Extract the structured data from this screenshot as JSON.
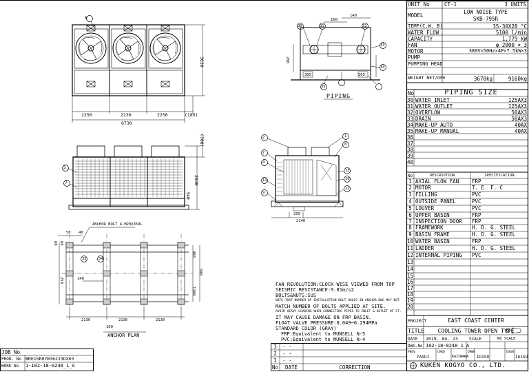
{
  "spec": {
    "rows": [
      {
        "label": "UNIT No",
        "value": "CT-1",
        "value2": "3 UNITS"
      },
      {
        "label": "MODEL",
        "value": "LOW NOISE TYPE",
        "value2": "SKB-795R"
      },
      {
        "label": "TEMP(C.W. B)",
        "value": "35-30X28 °C"
      },
      {
        "label": "WATER FLOW",
        "value": "5100 l/min"
      },
      {
        "label": "CAPACITY",
        "value": "1,779 kW"
      },
      {
        "label": "FAN",
        "value": "φ 2000 × 3"
      },
      {
        "label": "MOTOR",
        "value": "380V×50Hz×4P×7.5kW×3"
      },
      {
        "label": "PUMP",
        "value": ""
      },
      {
        "label": "PUMPING HEAD",
        "value": ""
      },
      {
        "label": "WEIGHT NET/OPE",
        "value": "3670kg",
        "value2": "9160kg"
      }
    ]
  },
  "piping": {
    "title": "PIPING SIZE",
    "no_header": "No",
    "rows": [
      {
        "no": "30",
        "name": "WATER INLET",
        "size": "125AX3"
      },
      {
        "no": "31",
        "name": "WATER OUTLET",
        "size": "125AX3"
      },
      {
        "no": "32",
        "name": "OVERFLOW",
        "size": "50AX3"
      },
      {
        "no": "33",
        "name": "DRAIN",
        "size": "50AX3"
      },
      {
        "no": "34",
        "name": "MAKE-UP AUTO",
        "size": "40AX"
      },
      {
        "no": "35",
        "name": "MAKE-UP MANUAL",
        "size": "40AX"
      },
      {
        "no": "36",
        "name": "",
        "size": ""
      },
      {
        "no": "37",
        "name": "",
        "size": ""
      },
      {
        "no": "38",
        "name": "",
        "size": ""
      },
      {
        "no": "39",
        "name": "",
        "size": ""
      },
      {
        "no": "40",
        "name": "",
        "size": ""
      }
    ]
  },
  "materials": {
    "headers": {
      "no": "No",
      "desc": "DESCRIPTION",
      "spec": "SPECIFICATION"
    },
    "rows": [
      {
        "no": "1",
        "desc": "AXIAL FLOW FAN",
        "spec": "FRP"
      },
      {
        "no": "2",
        "desc": "MOTOR",
        "spec": "T. E. F. C"
      },
      {
        "no": "3",
        "desc": "FILLING",
        "spec": "PVC"
      },
      {
        "no": "4",
        "desc": "OUTSIDE PANEL",
        "spec": "PVC"
      },
      {
        "no": "5",
        "desc": "LOUVER",
        "spec": "PVC"
      },
      {
        "no": "6",
        "desc": "UPPER BASIN",
        "spec": "FRP"
      },
      {
        "no": "7",
        "desc": "INSPECTION DOOR",
        "spec": "FRP"
      },
      {
        "no": "8",
        "desc": "FRAMEWORK",
        "spec": "H. D. G. STEEL"
      },
      {
        "no": "9",
        "desc": "BASIN FRAME",
        "spec": "H. D. G. STEEL"
      },
      {
        "no": "10",
        "desc": "WATER BASIN",
        "spec": "FRP"
      },
      {
        "no": "11",
        "desc": "LADDER",
        "spec": "H. D. G. STEEL"
      },
      {
        "no": "12",
        "desc": "INTERNAL PIPING",
        "spec": "PVC"
      },
      {
        "no": "13",
        "desc": "",
        "spec": ""
      },
      {
        "no": "14",
        "desc": "",
        "spec": ""
      },
      {
        "no": "15",
        "desc": "",
        "spec": ""
      },
      {
        "no": "16",
        "desc": "",
        "spec": ""
      },
      {
        "no": "17",
        "desc": "",
        "spec": ""
      },
      {
        "no": "18",
        "desc": "",
        "spec": ""
      },
      {
        "no": "19",
        "desc": "",
        "spec": ""
      },
      {
        "no": "20",
        "desc": "",
        "spec": ""
      }
    ]
  },
  "titleblock": {
    "project_label": "PROJECT",
    "project": "EAST COAST CENTER",
    "title_label": "TITLE",
    "title": "COOLING TOWER OPEN TYPE",
    "date_label": "DATE",
    "date": "2019. 04. 23",
    "scale_label": "SCALE",
    "scale": "NO SCALE",
    "dwg_label": "DWG.No",
    "dwg": "102-18-0248_1_A",
    "roles": [
      {
        "role": "PROV",
        "name": "YASUI"
      },
      {
        "role": "CHKD",
        "name": "KAJIWARA"
      },
      {
        "role": "DRWN",
        "name": "IGISU"
      },
      {
        "role": "DSGN",
        "name": "IGISU"
      }
    ],
    "company": "KUKEN KOGYO CO., LTD."
  },
  "revisions": {
    "rows": [
      {
        "no": "3",
        "date": "·  ·"
      },
      {
        "no": "2",
        "date": "·  ·"
      },
      {
        "no": "1",
        "date": "·  ·"
      }
    ],
    "header_no": "No",
    "header_date": "DATE",
    "header_correction": "CORRECTION"
  },
  "job": {
    "job_label": "JOB No",
    "prod_label": "PROD. No",
    "prod": "BRE15R07B36223DX03",
    "work_label": "WORK No",
    "work": "1-102-18-0248_1_A"
  },
  "notes": [
    "FAN REVOLUTION:CLOCK-WISE VIEWED FROM TOP",
    "SEISMIC RESISTANCE:9.81m/s2",
    "BOLTS&NUTS:SUS",
    "NOTE:THAT NUMBER OF INSTALLATION BOLT HOLES IN ANCHOR DWG MAY NOT",
    "MATCH NUMBER OF BOLTS APPLIED AT SITE.",
    "AVOID HEAVY-LOADING WHEN CONNECTING PIPES TO INLET & OUTLET OF CT.",
    "IT MAY CAUSE DAMAGE ON FRP BASIN.",
    "FLOAT VALVE PRESSURE:0.049~0.294MPa",
    "STANDARD COLOR (GRAY)",
    "FRP:Equivalent to MUNSELL N-5",
    "PVC:Equivalent to MUNSELL N-4"
  ],
  "drawing": {
    "piping_title": "PIPING",
    "anchor_title": "ANCHOR PLAN",
    "anchor_bolt_note": "ANCHOR BOLT 4-M20X350L",
    "plan_dims": {
      "bays": [
        "2250",
        "2230",
        "2250"
      ],
      "total": "6730",
      "end": "(185)",
      "depth": "3630"
    },
    "front_dims": {
      "height": "2930",
      "top": "(700)",
      "base": "340"
    },
    "side_dims": {
      "width": "2140",
      "base": "250"
    },
    "piping_dims": {
      "a": "160",
      "b": "140",
      "c": "200",
      "d": "365",
      "e": "305"
    },
    "anchor_dims": {
      "bays": [
        "2130",
        "2130",
        "2130"
      ],
      "end": "100",
      "a": "50",
      "b": "40",
      "c": "60",
      "d": "60",
      "e": "140",
      "f": "250",
      "g": "1160",
      "h": "460",
      "i": "500"
    },
    "balloons": {
      "b6": "6",
      "b5": "5",
      "b7": "7",
      "b2": "2",
      "b4": "4",
      "b9": "9",
      "b11": "11",
      "b1": "1",
      "b8": "8",
      "b13": "13",
      "b10": "10",
      "b12": "12",
      "b30": "30",
      "b31": "31",
      "b32": "32",
      "b33": "33",
      "b34": "34",
      "b35": "35"
    }
  }
}
